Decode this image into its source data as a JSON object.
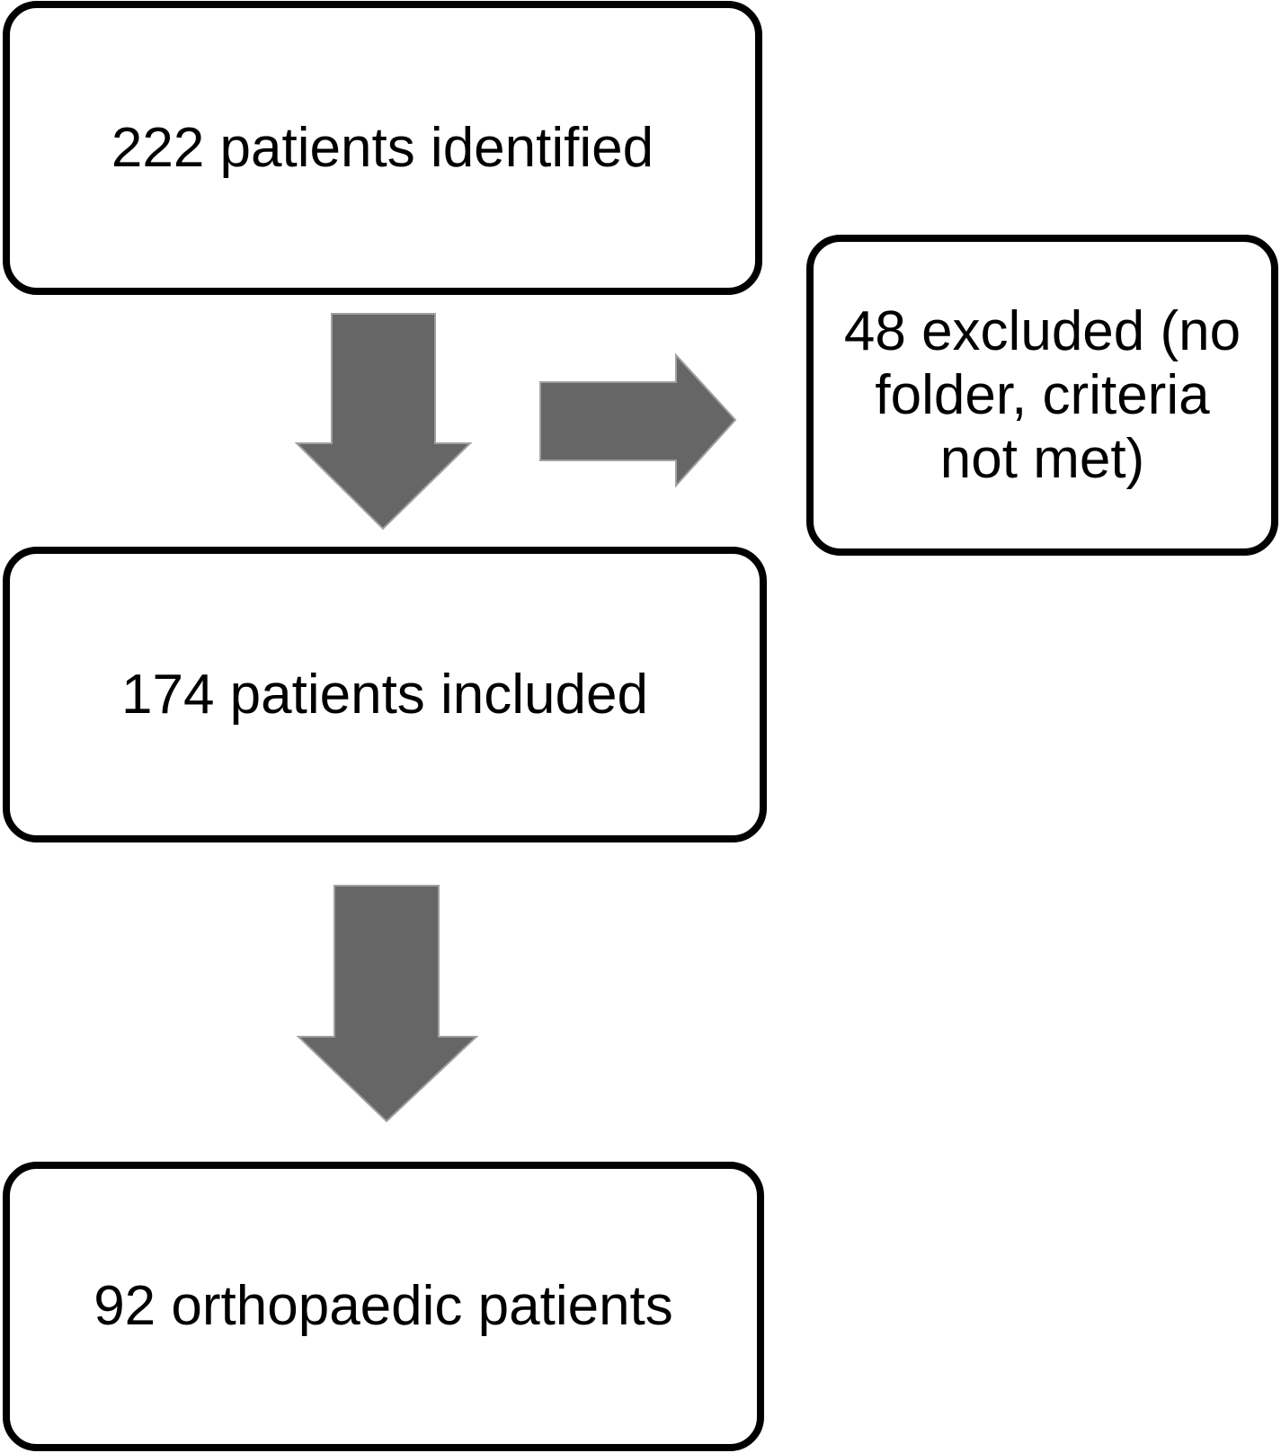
{
  "figure": {
    "type": "flowchart",
    "colors": {
      "background": "#ffffff",
      "box_border": "#000000",
      "box_fill": "#ffffff",
      "text": "#000000",
      "arrow_fill": "#666666",
      "arrow_outline": "#a0a0a0"
    },
    "nodes": [
      {
        "id": "patients-identified",
        "text": "222 patients identified"
      },
      {
        "id": "patients-excluded",
        "text": "48 excluded (no folder, criteria not met)"
      },
      {
        "id": "patients-included",
        "text": "174 patients included"
      },
      {
        "id": "orthopaedic-patients",
        "text": "92 orthopaedic patients"
      }
    ],
    "edges": [
      {
        "from": "patients-identified",
        "to": "patients-included",
        "direction": "down"
      },
      {
        "from": "patients-identified",
        "to": "patients-excluded",
        "direction": "right"
      },
      {
        "from": "patients-included",
        "to": "orthopaedic-patients",
        "direction": "down"
      }
    ]
  }
}
